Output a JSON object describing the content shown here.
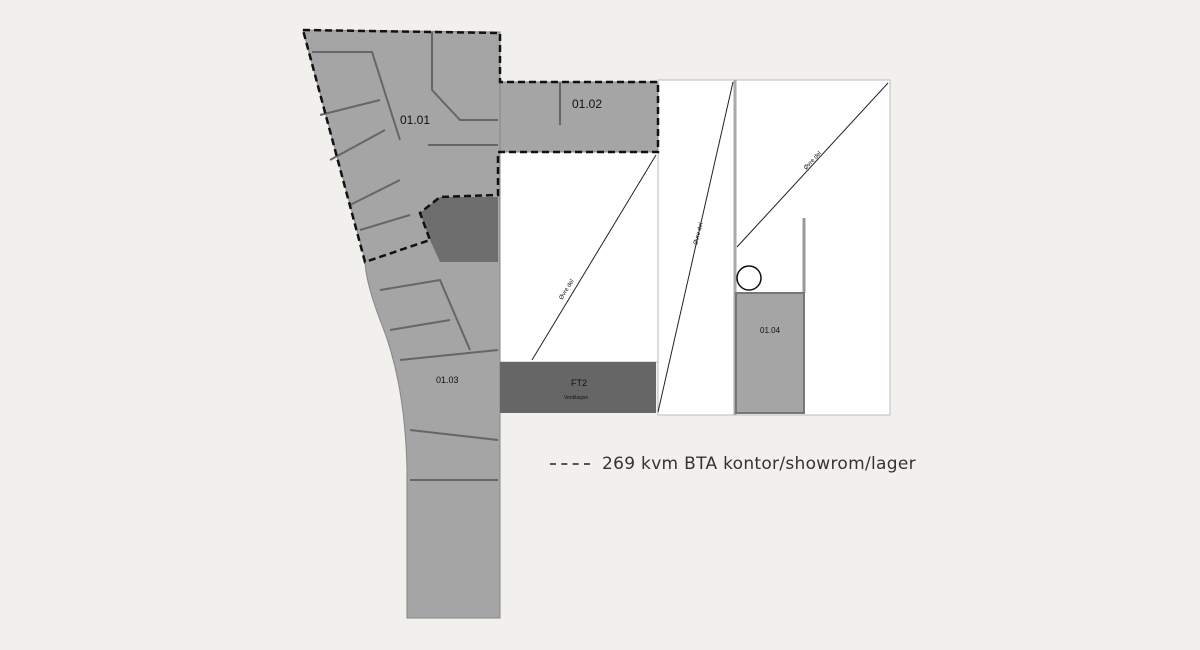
{
  "rooms": {
    "r0101": "01.01",
    "r0102": "01.02",
    "r0103": "01.03",
    "r0104": "01.04",
    "ft2": "FT2",
    "ft2_sub": "Ventilasjon"
  },
  "upper_part_label": "Øvre del",
  "legend": {
    "line_style": "dashed",
    "text": "269 kvm BTA kontor/showrom/lager"
  },
  "colors": {
    "background": "#f1f0ec",
    "room_fill": "#a5a5a5",
    "dark_fill": "#666666",
    "open_area": "#ffffff"
  }
}
